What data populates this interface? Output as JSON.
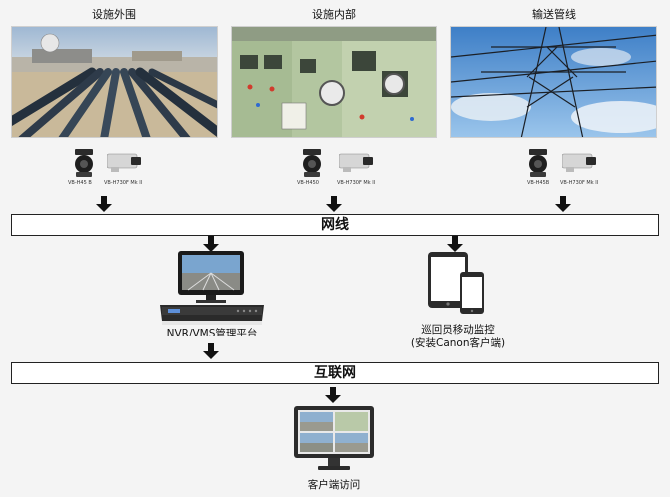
{
  "sites": [
    {
      "title": "设施外围",
      "cam1_label": "VB-H45 B",
      "cam2_label": "VB-H730F Mk II"
    },
    {
      "title": "设施内部",
      "cam1_label": "VB-H450",
      "cam2_label": "VB-H730F Mk II"
    },
    {
      "title": "输送管线",
      "cam1_label": "VB-H45B",
      "cam2_label": "VB-H730F Mk II"
    }
  ],
  "network_bar_1": "网线",
  "nvr_caption": "NVR/VMS管理平台",
  "mobile_caption_1": "巡回员移动监控",
  "mobile_caption_2": "(安装Canon客户端)",
  "network_bar_2": "互联网",
  "client_caption": "客户端访问"
}
